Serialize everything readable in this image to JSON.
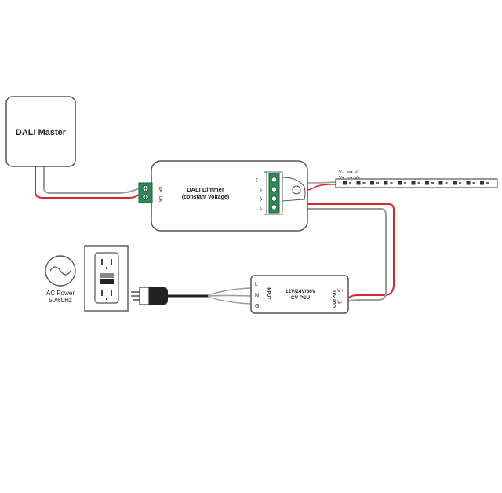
{
  "dali_master": {
    "label": "DALI Master"
  },
  "dimmer": {
    "title": "DALI Dimmer",
    "subtitle": "(constant voltage)",
    "input_terminals": [
      "DA",
      "DA"
    ],
    "output_terminals": [
      "V+",
      "V-",
      "V+",
      "V-"
    ]
  },
  "psu": {
    "title": "12V/24V/36V",
    "subtitle": "CV PSU",
    "input_label": "INPUT",
    "output_label": "OUTPUT",
    "input_pins": [
      "L",
      "N",
      "G"
    ],
    "output_pins": [
      "V+",
      "V-"
    ]
  },
  "led_strip": {
    "markers": [
      "V-",
      "V-",
      "V+",
      "V+"
    ]
  },
  "ac_source": {
    "line1": "AC Power",
    "line2": "50/60Hz"
  },
  "colors": {
    "wire_red": "#d9252b",
    "wire_gray": "#9a9a9a",
    "terminal_green": "#2e8b57",
    "plug_black": "#222222",
    "outline": "#555555"
  }
}
